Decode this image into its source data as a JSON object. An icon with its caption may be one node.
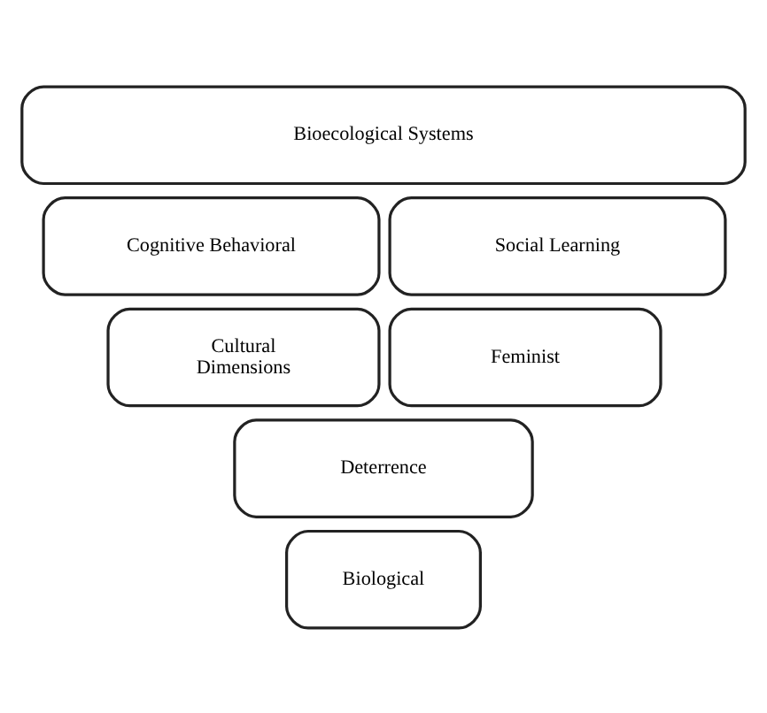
{
  "diagram": {
    "nodes": [
      {
        "text": [
          "Bioecological Systems"
        ]
      },
      {
        "text": [
          "Cognitive Behavioral"
        ]
      },
      {
        "text": [
          "Social Learning"
        ]
      },
      {
        "text": [
          "Cultural Dimensions"
        ]
      },
      {
        "text": [
          "Feminist"
        ]
      },
      {
        "text": [
          "Deterrence"
        ]
      },
      {
        "text": [
          "Biological"
        ]
      }
    ]
  }
}
